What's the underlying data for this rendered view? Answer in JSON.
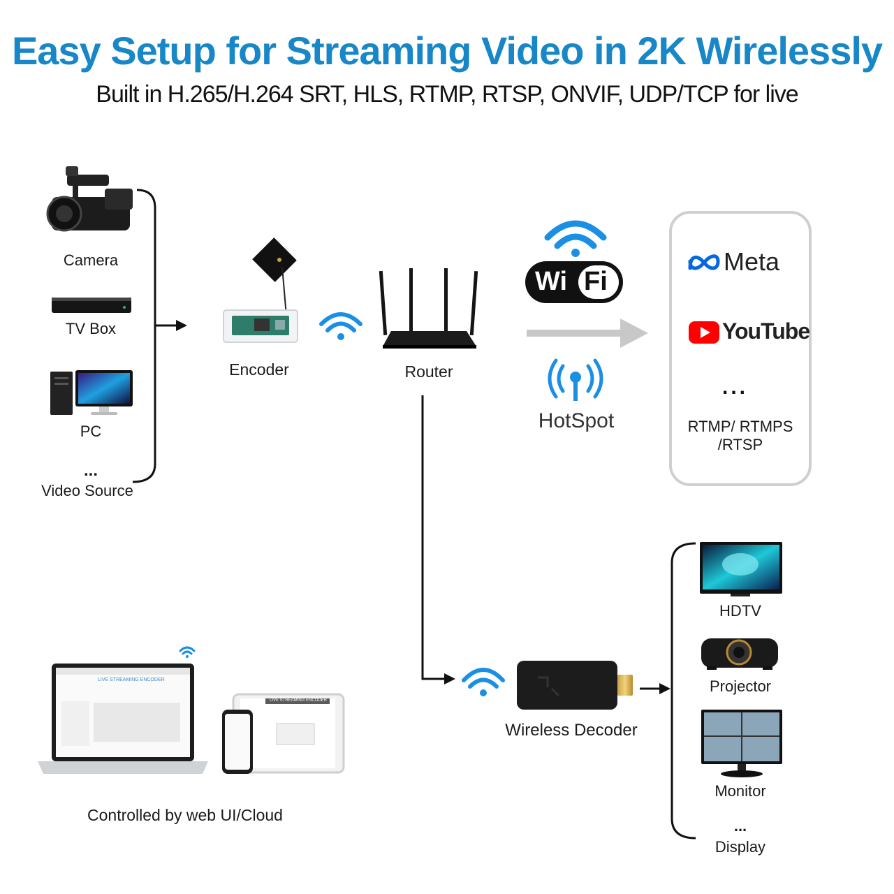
{
  "header": {
    "title": "Easy Setup for Streaming Video in 2K Wirelessly",
    "subtitle": "Built in H.265/H.264 SRT, HLS, RTMP, RTSP, ONVIF, UDP/TCP for live"
  },
  "sources": {
    "camera": "Camera",
    "tvbox": "TV Box",
    "pc": "PC",
    "ellipsis": "...",
    "video_source": "Video Source"
  },
  "devices": {
    "encoder": "Encoder",
    "router": "Router",
    "wireless_decoder": "Wireless Decoder"
  },
  "network": {
    "wifi_wi": "Wi",
    "wifi_fi": "Fi",
    "hotspot": "HotSpot"
  },
  "services": {
    "meta": "Meta",
    "youtube": "YouTube",
    "ellipsis": "...",
    "protocols_line1": "RTMP/ RTMPS",
    "protocols_line2": "/RTSP"
  },
  "displays": {
    "hdtv": "HDTV",
    "projector": "Projector",
    "monitor": "Monitor",
    "ellipsis": "...",
    "display": "Display"
  },
  "control": {
    "caption": "Controlled by web UI/Cloud",
    "laptop_screen_title": "LIVE STREAMING ENCODER",
    "tablet_screen_title": "LIVE STREAMING ENCODER"
  },
  "colors": {
    "title": "#1787c8",
    "wifi_blue": "#1a8fe3",
    "youtube_red": "#ff0000",
    "meta_blue": "#0668e1",
    "flow_arrow": "#c8c8c8"
  }
}
